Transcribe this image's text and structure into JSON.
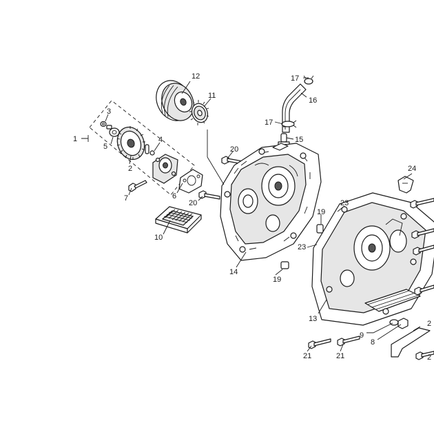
{
  "diagram": {
    "type": "exploded parts diagram",
    "callouts": {
      "c1": "1",
      "c2": "2",
      "c3": "3",
      "c4": "4",
      "c5": "5",
      "c6": "6",
      "c7": "7",
      "c8": "8",
      "c9": "9",
      "c10": "10",
      "c11": "11",
      "c12": "12",
      "c13": "13",
      "c14": "14",
      "c15": "15",
      "c16": "16",
      "c17a": "17",
      "c17b": "17",
      "c19a": "19",
      "c19b": "19",
      "c20a": "20",
      "c20b": "20",
      "c21a": "21",
      "c21b": "21",
      "c21c": "2",
      "c22": "2",
      "c23a": "23",
      "c23b": "23",
      "c24": "24"
    }
  }
}
